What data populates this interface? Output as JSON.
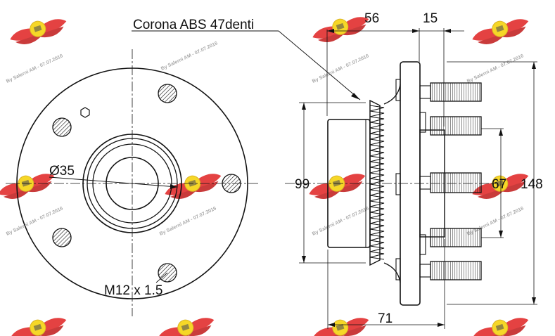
{
  "labels": {
    "corona": "Corona ABS 47denti",
    "diameter": "Ø35",
    "thread": "M12 x 1.5",
    "dim_56": "56",
    "dim_15": "15",
    "dim_99": "99",
    "dim_67": "67",
    "dim_148": "148",
    "dim_71": "71"
  },
  "watermark": {
    "text": "By Salerni AM - 07.07.2016"
  },
  "colors": {
    "line": "#111111",
    "hatch_gray": "#555555",
    "logo_red": "#e02020",
    "logo_yellow": "#f5d000"
  }
}
